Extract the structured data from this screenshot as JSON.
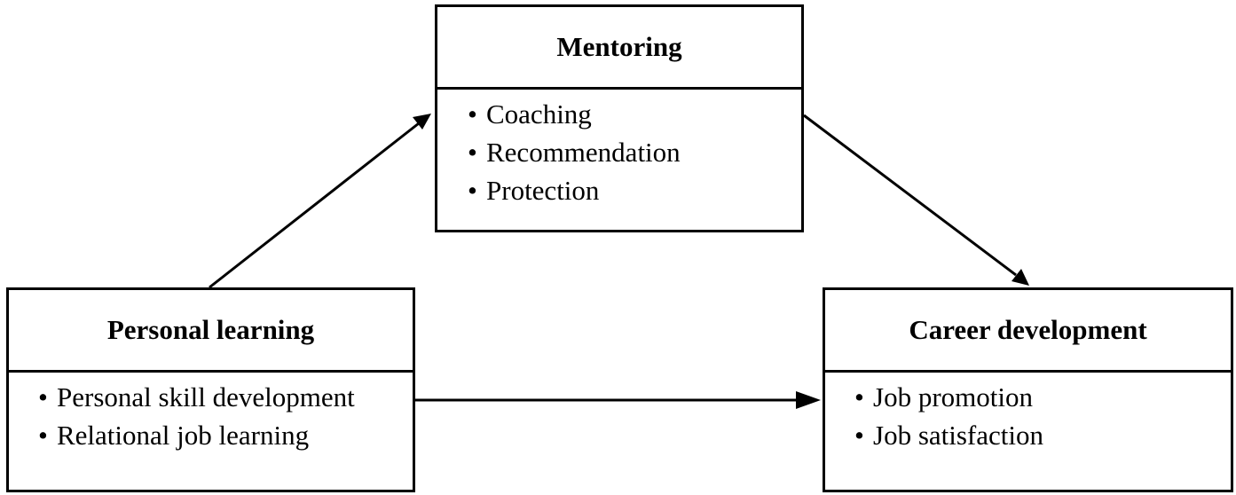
{
  "mentoring": {
    "title": "Mentoring",
    "items": [
      "Coaching",
      "Recommendation",
      "Protection"
    ]
  },
  "personal_learning": {
    "title": "Personal learning",
    "items": [
      "Personal skill development",
      "Relational job learning"
    ]
  },
  "career_development": {
    "title": "Career development",
    "items": [
      "Job promotion",
      "Job satisfaction"
    ]
  },
  "arrows": [
    {
      "from": "personal_learning",
      "to": "mentoring"
    },
    {
      "from": "mentoring",
      "to": "career_development"
    },
    {
      "from": "personal_learning",
      "to": "career_development"
    }
  ],
  "colors": {
    "stroke": "#000000",
    "background": "#ffffff"
  }
}
